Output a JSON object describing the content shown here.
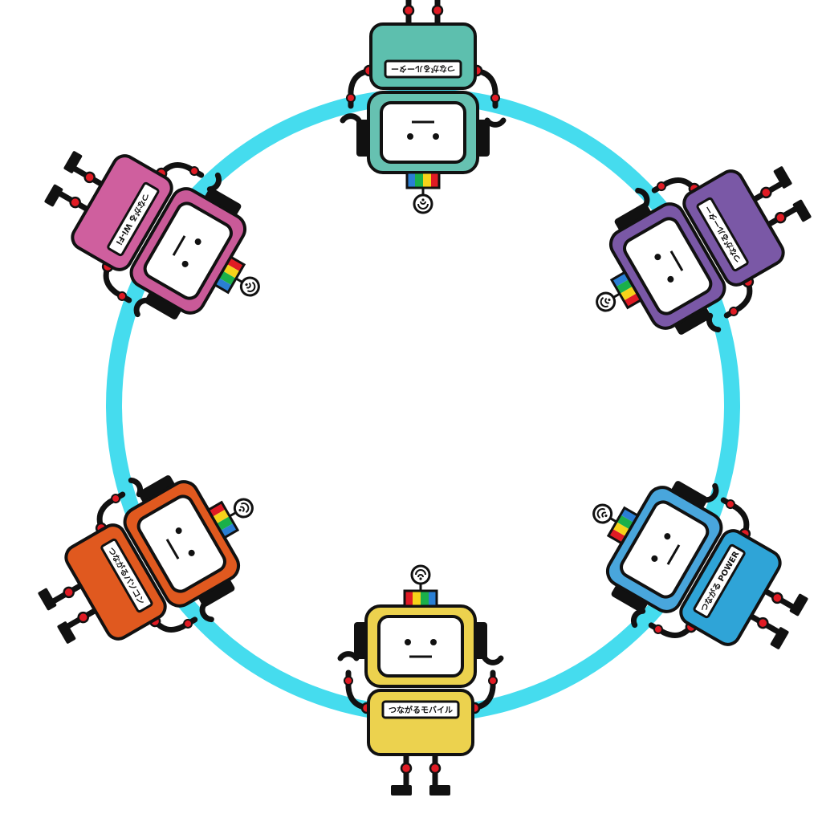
{
  "scene": {
    "ring_color": "#45dcee",
    "outline_color": "#111111",
    "face_color": "#ffffff",
    "joint_color": "#e01b24",
    "bulb_color": "#f6e10f",
    "panel_colors": [
      "#e01b24",
      "#f6d31a",
      "#1ab04a",
      "#2a7fd4"
    ]
  },
  "robots": [
    {
      "label": "つながるモバイル",
      "body_color": "#ecd24e",
      "head_color": "#ecd24e",
      "icon_name": "wifi-icon"
    },
    {
      "label": "つながる POWER",
      "body_color": "#2fa4d7",
      "head_color": "#49a6dc",
      "icon_name": "wifi-icon"
    },
    {
      "label": "つながるルーター",
      "body_color": "#7a58a6",
      "head_color": "#7a58a6",
      "icon_name": "wifi-icon"
    },
    {
      "label": "つながるルーター",
      "body_color": "#5dbfae",
      "head_color": "#66c1b1",
      "icon_name": "wifi-icon"
    },
    {
      "label": "つながる Wi-Fi",
      "body_color": "#cf5f9e",
      "head_color": "#c95a98",
      "icon_name": "wifi-icon"
    },
    {
      "label": "つながるパソコン",
      "body_color": "#e0591f",
      "head_color": "#e0591f",
      "icon_name": "wifi-icon"
    }
  ]
}
